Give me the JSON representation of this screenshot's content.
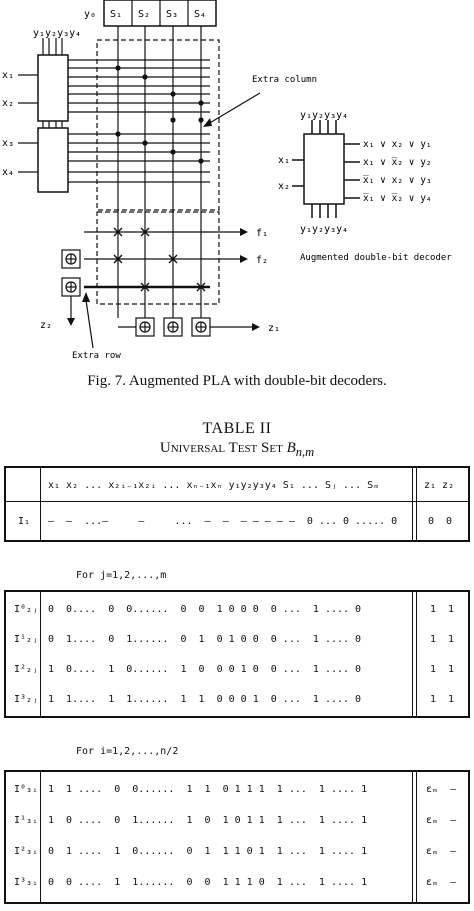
{
  "figure": {
    "caption": "Fig. 7.    Augmented PLA with double-bit decoders.",
    "left_inputs_top": "y₁y₂y₃y₄",
    "y0": "y₀",
    "s_labels": [
      "S₁",
      "S₂",
      "S₃",
      "S₄"
    ],
    "x_labels": [
      "x₁",
      "x₂",
      "x₃",
      "x₄"
    ],
    "extra_column": "Extra column",
    "extra_row": "Extra row",
    "outputs": [
      "f₁",
      "f₂",
      "z₁",
      "z₂"
    ],
    "decoder": {
      "top_inputs": "y₁y₂y₃y₄",
      "bottom_inputs": "y₁y₂y₃y₄",
      "x_labels": [
        "x₁",
        "x₂"
      ],
      "outputs": [
        "x₁ ∨ x₂ ∨ y₁",
        "x₁ ∨ x̅₂ ∨ y₂",
        "x̅₁ ∨ x₂ ∨ y₃",
        "x̅₁ ∨ x̅₂ ∨ y₄"
      ],
      "caption": "Augmented double-bit decoder"
    }
  },
  "table": {
    "title": "TABLE II",
    "subtitle_prefix": "Universal Test Set ",
    "subtitle_var": "B",
    "subtitle_sub": "n,m",
    "header_cols": "x₁ x₂ ... x₂ᵢ₋₁x₂ᵢ ... xₙ₋₁xₙ y₁y₂y₃y₄ S₁ ... Sⱼ ... Sₘ",
    "header_z": "z₁ z₂",
    "row_i1": {
      "label": "I₁",
      "values": "–  –  ...–     –     ...  –  –  – – – – –  0 ... 0 ..... 0",
      "z": "0  0"
    },
    "section2_note": "For j=1,2,...,m",
    "section2_rows": [
      {
        "label": "I⁰₂ⱼ",
        "values": "0  0....  0  0......  0  0  1 0 0 0  0 ...  1 .... 0",
        "z": "1  1"
      },
      {
        "label": "I¹₂ⱼ",
        "values": "0  1....  0  1......  0  1  0 1 0 0  0 ...  1 .... 0",
        "z": "1  1"
      },
      {
        "label": "I²₂ⱼ",
        "values": "1  0....  1  0......  1  0  0 0 1 0  0 ...  1 .... 0",
        "z": "1  1"
      },
      {
        "label": "I³₂ⱼ",
        "values": "1  1....  1  1......  1  1  0 0 0 1  0 ...  1 .... 0",
        "z": "1  1"
      }
    ],
    "section3_note": "For i=1,2,...,n/2",
    "section3_rows": [
      {
        "label": "I⁰₃ᵢ",
        "values": "1  1 ....  0  0......  1  1  0 1 1 1  1 ...  1 .... 1",
        "z": "εₘ  –"
      },
      {
        "label": "I¹₃ᵢ",
        "values": "1  0 ....  0  1......  1  0  1 0 1 1  1 ...  1 .... 1",
        "z": "εₘ  –"
      },
      {
        "label": "I²₃ᵢ",
        "values": "0  1 ....  1  0......  0  1  1 1 0 1  1 ...  1 .... 1",
        "z": "εₘ  –"
      },
      {
        "label": "I³₃ᵢ",
        "values": "0  0 ....  1  1......  0  0  1 1 1 0  1 ...  1 .... 1",
        "z": "εₘ  –"
      }
    ]
  }
}
